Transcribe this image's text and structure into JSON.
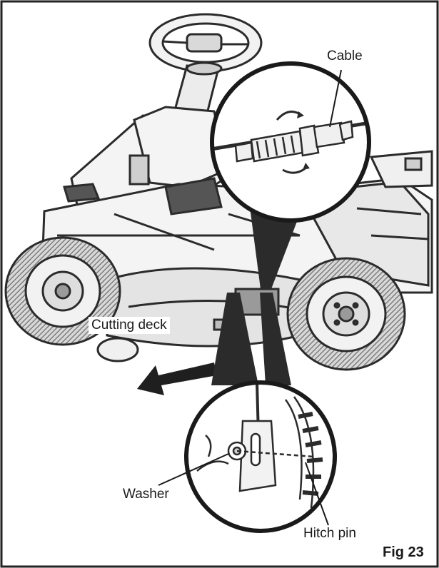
{
  "labels": {
    "cable": "Cable",
    "cutting_deck": "Cutting deck",
    "washer": "Washer",
    "hitch_pin": "Hitch pin",
    "figure": "Fig 23"
  }
}
